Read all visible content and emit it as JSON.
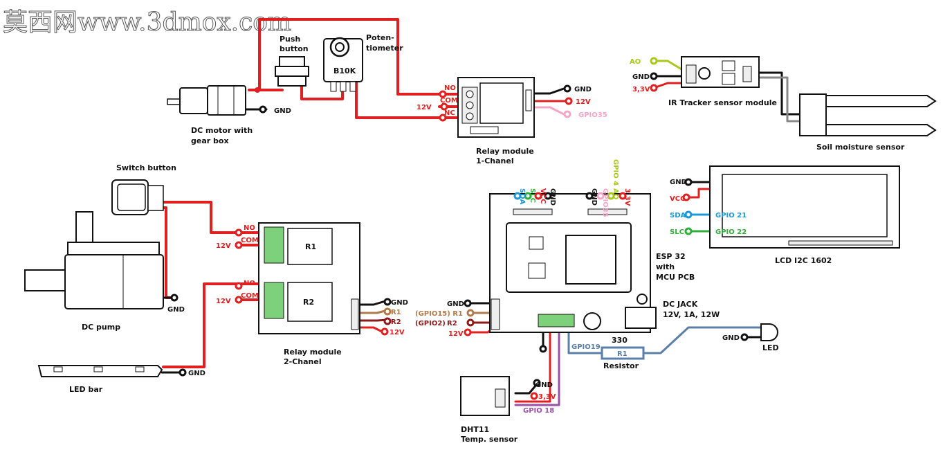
{
  "watermark": "莫西网www.3dmox.com",
  "components": {
    "dc_motor": "DC motor with",
    "dc_motor_2": "gear box",
    "push_button": "Push",
    "push_button_2": "button",
    "potentiometer": "Poten-",
    "potentiometer_2": "tiometer",
    "pot_value": "B10K",
    "relay1": "Relay module",
    "relay1_2": "1-Chanel",
    "ir_tracker": "IR Tracker sensor module",
    "soil_sensor": "Soil moisture sensor",
    "switch_button": "Switch button",
    "dc_pump": "DC pump",
    "relay2": "Relay module",
    "relay2_2": "2-Chanel",
    "led_bar": "LED bar",
    "esp32": "ESP 32",
    "esp32_2": "with",
    "esp32_3": "MCU PCB",
    "dc_jack": "DC JACK",
    "dc_jack_2": "12V, 1A, 12W",
    "lcd": "LCD I2C 1602",
    "resistor": "Resistor",
    "resistor_value": "330",
    "resistor_id": "R1",
    "led": "LED",
    "dht11": "DHT11",
    "dht11_2": "Temp. sensor",
    "r1_label": "R1",
    "r2_label": "R2"
  },
  "pins": {
    "gnd": "GND",
    "v12": "12V",
    "no": "NO",
    "com": "COM",
    "nc": "NC",
    "gpio35": "GPIO35",
    "ao": "AO",
    "v33": "3,3V",
    "sda": "SDA",
    "slc": "SLC",
    "vcc": "VCC",
    "r1": "R1",
    "r2": "R2",
    "gpio15_r1": "(GPIO15) R1",
    "gpio2_r2": "(GPIO2)",
    "gpio21": "GPIO 21",
    "gpio22": "GPIO 22",
    "gpio19": "GPIO19",
    "gpio18": "GPIO 18",
    "v33_dht": "3,3V",
    "top_gnd": "GND",
    "top_gpio35": "GPIO35",
    "top_ao": "AO",
    "top_33v": "3,3V",
    "top_gpio4": "GPIO 4"
  },
  "colors": {
    "red": "#e02020",
    "blue": "#1b98d5",
    "green": "#2fae3a",
    "pink": "#f4a6c6",
    "lime": "#a8c81a",
    "brown": "#b07a4a",
    "dark_red": "#8b1a1a",
    "purple": "#9a4fa8",
    "steel": "#5b7fa8",
    "black": "#111111"
  }
}
